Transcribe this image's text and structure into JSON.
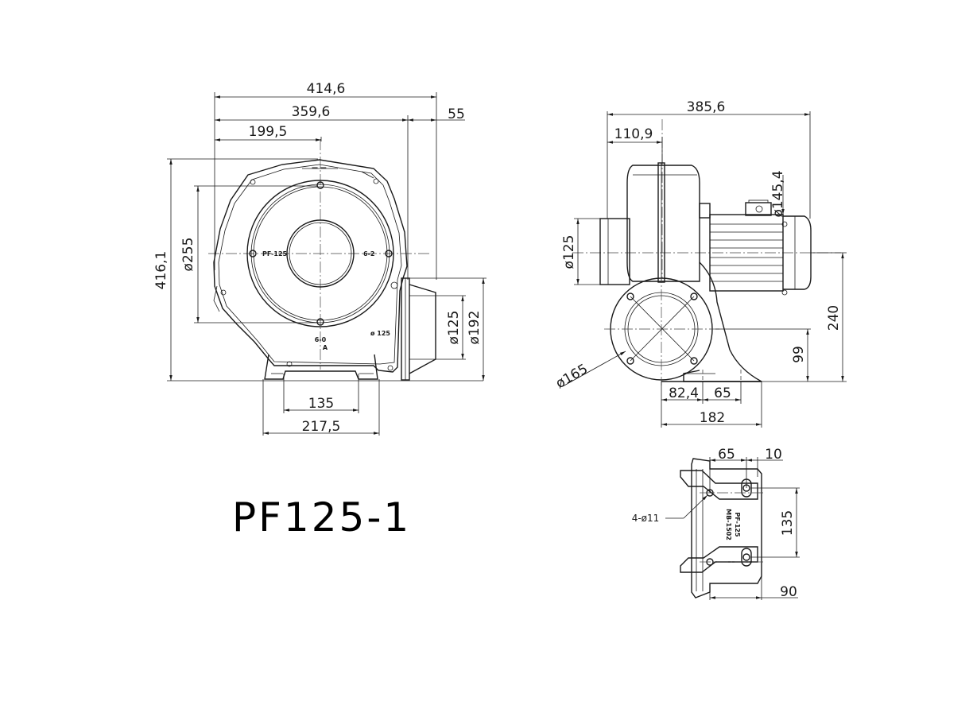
{
  "model": "PF125-1",
  "front_view": {
    "dims": {
      "overall_width": "414,6",
      "body_width": "359,6",
      "outlet_offset": "55",
      "center_offset": "199,5",
      "overall_height": "416,1",
      "inlet_ring_dia": "ø255",
      "outlet_inner_dia": "ø125",
      "outlet_flange_dia": "ø192",
      "base_hole_pitch": "135",
      "base_width": "217,5"
    },
    "labels": {
      "casing_left": "PF-125",
      "casing_right": "6-2",
      "casing_bottom_1": "6-0",
      "casing_bottom_2": "A",
      "outlet_label": "ø 125"
    }
  },
  "side_view": {
    "dims": {
      "overall_length": "385,6",
      "inlet_depth": "110,9",
      "inlet_dia": "ø125",
      "motor_dia": "ø145,4",
      "outlet_dia": "ø165",
      "center_height": "240",
      "outlet_height": "99",
      "base_offset": "82,4",
      "hole_spacing": "65",
      "base_length": "182"
    }
  },
  "base_view": {
    "dims": {
      "hole_spacing": "65",
      "edge_offset": "10",
      "holes": "4-ø11",
      "hole_pitch": "135",
      "base_depth": "90"
    },
    "labels": {
      "plate_line_1": "PF-125",
      "plate_line_2": "MB-1502"
    }
  }
}
